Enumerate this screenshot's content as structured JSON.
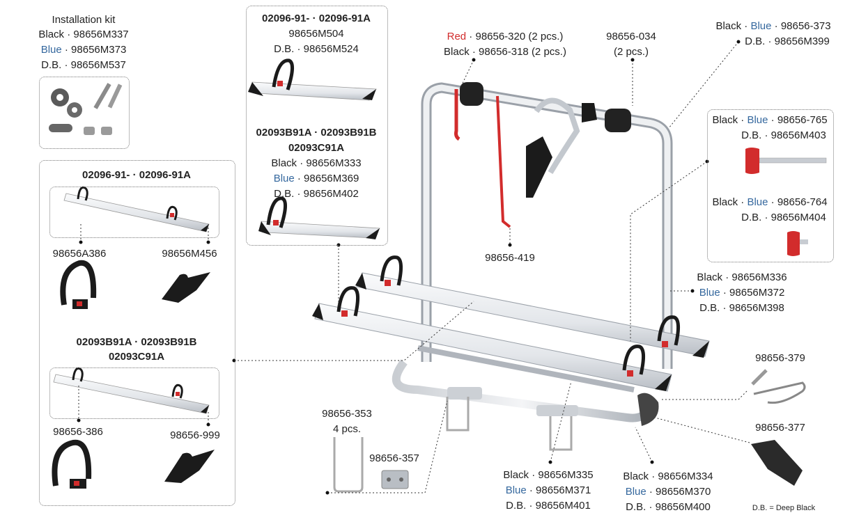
{
  "colors": {
    "blue": "#35689e",
    "red": "#d22c2c",
    "aluminium": "#e9ebee",
    "black": "#1b1b1b"
  },
  "kit": {
    "title": "Installation kit",
    "black": "Black · 98656M337",
    "blue": "Blue",
    "blue_code": " · 98656M373",
    "db": "D.B. · 98656M537"
  },
  "top_rail": {
    "line1": "02096-91- · 02096-91A",
    "line2": "98656M504",
    "line3": "D.B. · 98656M524"
  },
  "mid_rail": {
    "line1": "02093B91A · 02093B91B",
    "line2": "02093C91A",
    "black": "Black · 98656M333",
    "blue": "Blue",
    "blue_code": " · 98656M369",
    "db": "D.B. · 98656M402"
  },
  "left_panel": {
    "head1": "02096-91- · 02096-91A",
    "part_a": "98656A386",
    "part_b": "98656M456",
    "head2a": "02093B91A · 02093B91B",
    "head2b": "02093C91A",
    "part_c": "98656-386",
    "part_d": "98656-999"
  },
  "strap": {
    "red": "Red",
    "red_code": " · 98656-320 (2 pcs.)",
    "black": "Black · 98656-318 (2 pcs.)"
  },
  "foam": {
    "code": "98656-034",
    "qty": "(2 pcs.)"
  },
  "frame_top": {
    "black": "Black · ",
    "blue": "Blue",
    "blue_code": " · 98656-373",
    "db": "D.B. · 98656M399"
  },
  "knob_box": {
    "k1_black": "Black · ",
    "k1_blue": "Blue",
    "k1_code": " · 98656-765",
    "k1_db": "D.B. · 98656M403",
    "k2_black": "Black · ",
    "k2_blue": "Blue",
    "k2_code": " · 98656-764",
    "k2_db": "D.B. · 98656M404"
  },
  "long_strap": "98656-419",
  "frame_side": {
    "black": "Black · 98656M336",
    "blue": "Blue",
    "blue_code": " · 98656M372",
    "db": "D.B. · 98656M398"
  },
  "pin": "98656-379",
  "bracket": "98656-377",
  "ubolt": {
    "code": "98656-353",
    "qty": "4 pcs."
  },
  "plate": "98656-357",
  "arm1": {
    "black": "Black · 98656M335",
    "blue": "Blue",
    "blue_code": " · 98656M371",
    "db": "D.B. · 98656M401"
  },
  "arm2": {
    "black": "Black · 98656M334",
    "blue": "Blue",
    "blue_code": " · 98656M370",
    "db": "D.B. · 98656M400"
  },
  "footnote": "D.B. = Deep Black"
}
